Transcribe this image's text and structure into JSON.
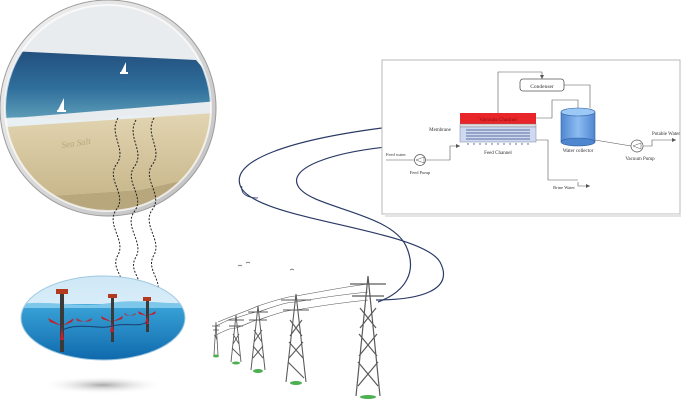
{
  "process_diagram": {
    "condenser": "Condenser",
    "membrane": "Membrane",
    "vacuum_channel": "Vacuum Channel",
    "feed_channel": "Feed Channel",
    "water_collector": "Water collector",
    "vacuum_pump": "Vacuum Pump",
    "potable_water": "Potable Water",
    "feed_water": "Feed water",
    "feed_pump": "Feed Pump",
    "brine_water": "Brine Water"
  },
  "colors": {
    "vacuum_channel": "#e8262a",
    "feed_channel": "#cfd9ef",
    "water_collector": "#6fa6e8",
    "sea": "#1e4a7a",
    "sand": "#d8c9a3",
    "cable": "#2a3a66",
    "turbine_blade": "#c0202a"
  }
}
